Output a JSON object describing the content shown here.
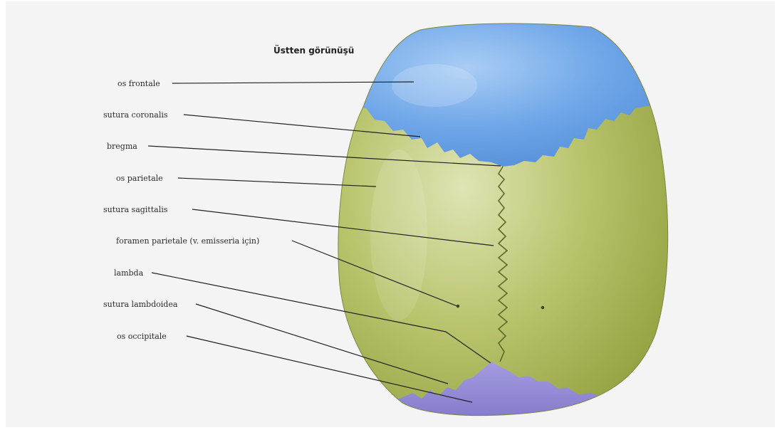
{
  "title": "Üstten görünüşü",
  "colors": {
    "frontal": "#6aa3e6",
    "parietal": "#a8b85a",
    "occipital": "#8f86d6",
    "background": "#f4f4f4"
  },
  "labels": {
    "os_frontale": "os frontale",
    "sutura_coronalis": "sutura coronalis",
    "bregma": "bregma",
    "os_parietale": "os parietale",
    "sutura_sagittalis": "sutura sagittalis",
    "foramen_parietale": "foramen parietale (v. emisseria için)",
    "lambda": "lambda",
    "sutura_lambdoidea": "sutura lambdoidea",
    "os_occipitale": "os occipitale"
  }
}
